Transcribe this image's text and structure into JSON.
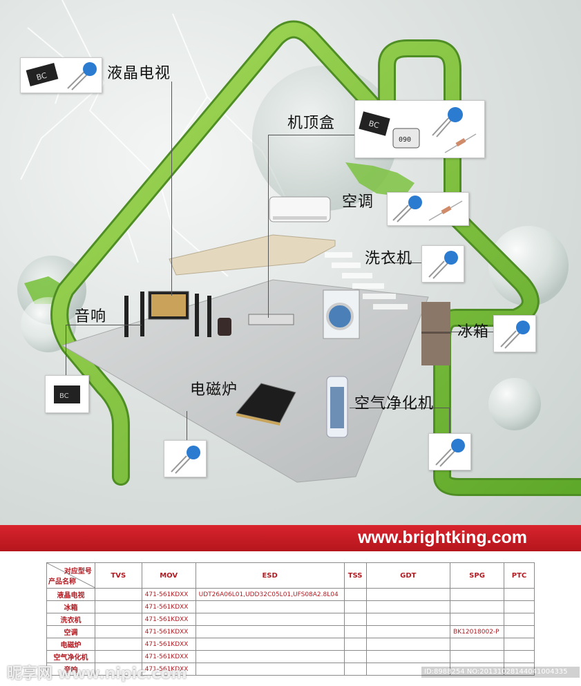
{
  "labels": {
    "tv": "液晶电视",
    "stb": "机顶盒",
    "ac": "空调",
    "washer": "洗衣机",
    "speaker": "音响",
    "fridge": "冰箱",
    "cooker": "电磁炉",
    "purifier": "空气净化机"
  },
  "website": "www.brightking.com",
  "table": {
    "corner_top": "对应型号",
    "corner_bottom": "产品名称",
    "columns": [
      "TVS",
      "MOV",
      "ESD",
      "TSS",
      "GDT",
      "SPG",
      "PTC"
    ],
    "rows": [
      {
        "name": "液晶电视",
        "tvs": "",
        "mov": "471-561KDXX",
        "esd": "UDT26A06L01,UDD32C05L01,UFS08A2.8L04",
        "tss": "",
        "gdt": "",
        "spg": "",
        "ptc": ""
      },
      {
        "name": "冰箱",
        "tvs": "",
        "mov": "471-561KDXX",
        "esd": "",
        "tss": "",
        "gdt": "",
        "spg": "",
        "ptc": ""
      },
      {
        "name": "洗衣机",
        "tvs": "",
        "mov": "471-561KDXX",
        "esd": "",
        "tss": "",
        "gdt": "",
        "spg": "",
        "ptc": ""
      },
      {
        "name": "空调",
        "tvs": "",
        "mov": "471-561KDXX",
        "esd": "",
        "tss": "",
        "gdt": "",
        "spg": "BK12018002-P",
        "ptc": ""
      },
      {
        "name": "电磁炉",
        "tvs": "",
        "mov": "471-561KDXX",
        "esd": "",
        "tss": "",
        "gdt": "",
        "spg": "",
        "ptc": ""
      },
      {
        "name": "空气净化机",
        "tvs": "",
        "mov": "471-561KDXX",
        "esd": "",
        "tss": "",
        "gdt": "",
        "spg": "",
        "ptc": ""
      },
      {
        "name": "音响",
        "tvs": "",
        "mov": "471-561KDXX",
        "esd": "",
        "tss": "",
        "gdt": "",
        "spg": "",
        "ptc": ""
      }
    ]
  },
  "chip_marks": {
    "smd_a": "BC",
    "smd_b": "BC",
    "smd_c": "090",
    "smd_d": "BC"
  },
  "watermark": {
    "logo": "昵享网 www.nipic.com",
    "id": "ID:8988254 NO:20131028144041004335"
  },
  "colors": {
    "pipe": "#7cc242",
    "banner": "#c8202a",
    "table_text": "#b01b22"
  }
}
